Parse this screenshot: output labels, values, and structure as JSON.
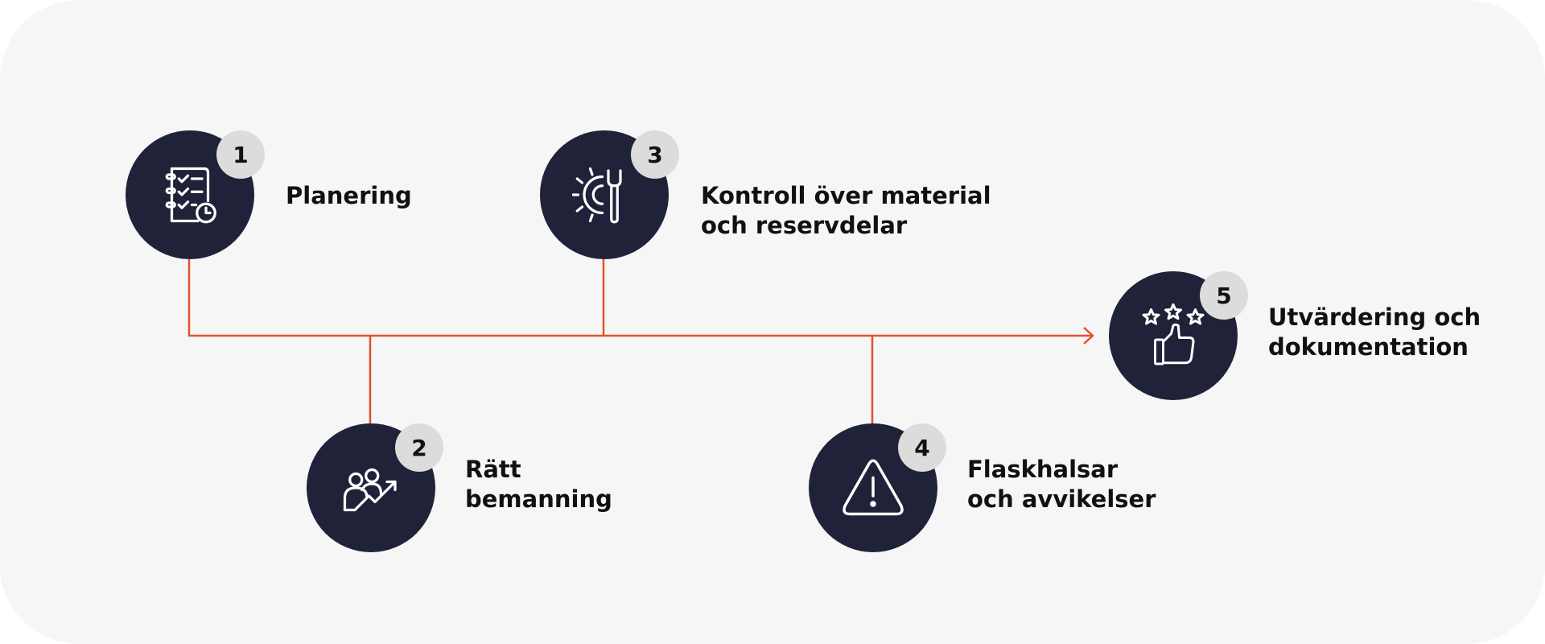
{
  "colors": {
    "background": "#f6f6f7",
    "node": "#1f2238",
    "badge": "#dcdcdc",
    "line": "#e2522b",
    "text": "#111111"
  },
  "steps": [
    {
      "number": "1",
      "lines": [
        "Planering"
      ],
      "icon": "checklist-clock-icon"
    },
    {
      "number": "2",
      "lines": [
        "Rätt",
        "bemanning"
      ],
      "icon": "people-growth-icon"
    },
    {
      "number": "3",
      "lines": [
        "Kontroll över material",
        "och reservdelar"
      ],
      "icon": "gear-wrench-icon"
    },
    {
      "number": "4",
      "lines": [
        "Flaskhalsar",
        "och avvikelser"
      ],
      "icon": "warning-triangle-icon"
    },
    {
      "number": "5",
      "lines": [
        "Utvärdering och",
        "dokumentation"
      ],
      "icon": "stars-thumbs-up-icon"
    }
  ]
}
